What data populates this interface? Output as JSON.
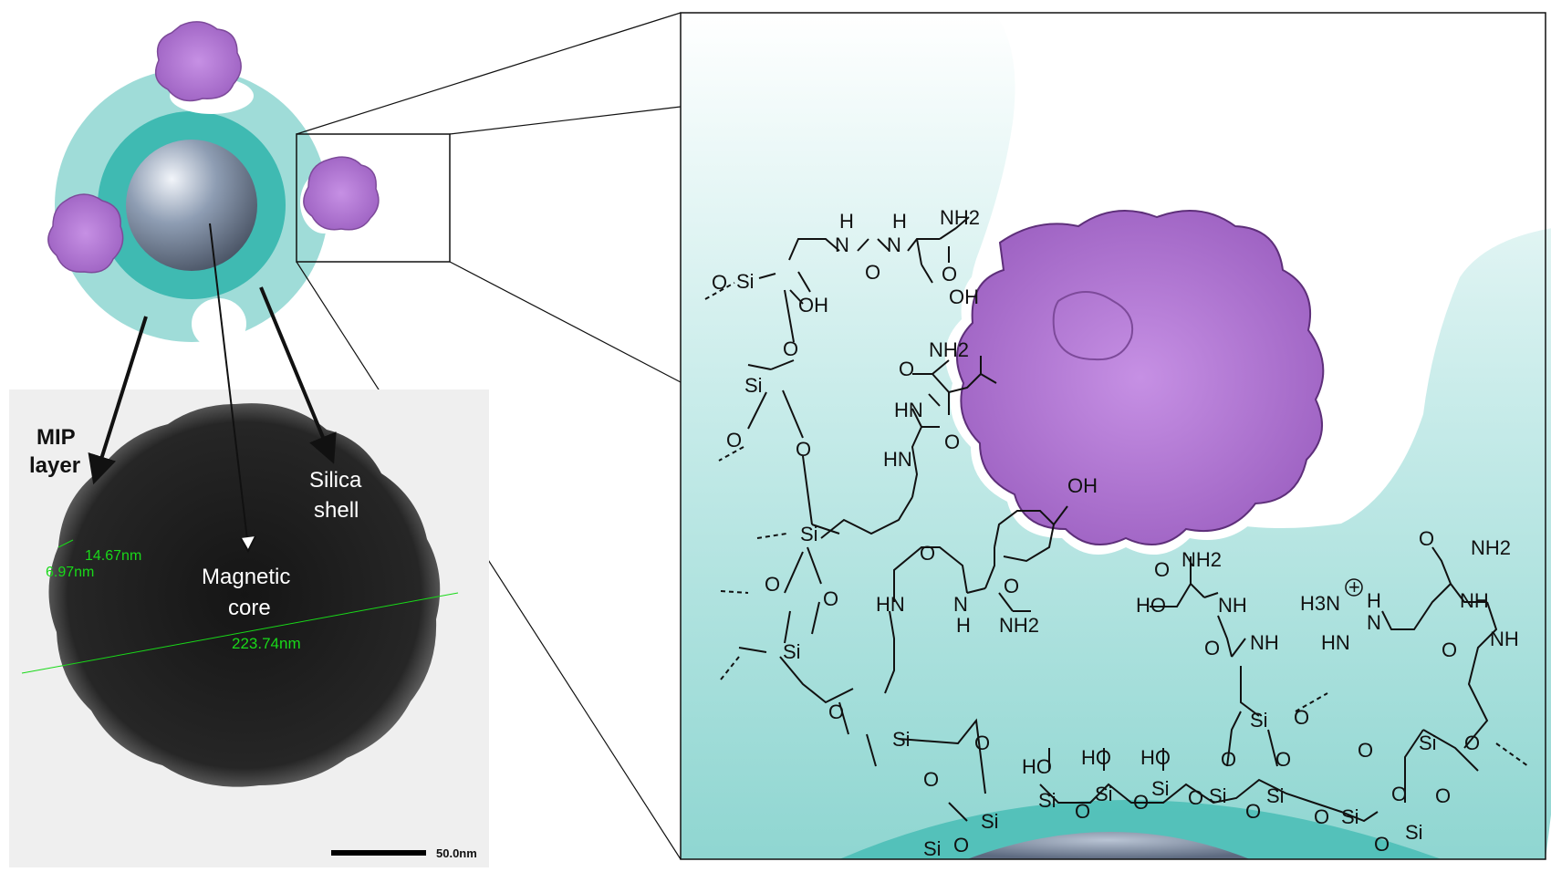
{
  "tem": {
    "mip_label": [
      "MIP",
      "layer"
    ],
    "silica_label": [
      "Silica",
      "shell"
    ],
    "core_label": [
      "Magnetic",
      "core"
    ],
    "measure_shell": "14.67nm",
    "measure_mip": "6.97nm",
    "measure_diameter": "223.74nm",
    "scale_bar": "50.0nm"
  },
  "chemistry": {
    "si": "Si",
    "o": "O",
    "oh": "OH",
    "ho": "HO",
    "nh2": "NH2",
    "hn": "HN",
    "nh": "NH",
    "h": "H",
    "n": "N",
    "h3n": "H3N",
    "plus": "+"
  },
  "colors": {
    "shell_teal": "#7fd3cf",
    "protein_purple": "#b67fd6",
    "core_gray": "#8a9ab0",
    "measure_green": "#19d919"
  }
}
